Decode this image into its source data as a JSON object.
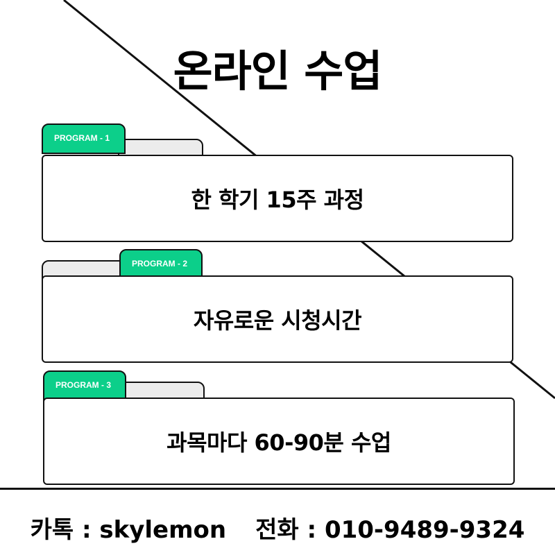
{
  "title": "온라인 수업",
  "programs": [
    {
      "tab_label": "PROGRAM - 1",
      "text": "한 학기 15주 과정"
    },
    {
      "tab_label": "PROGRAM - 2",
      "text": "자유로운 시청시간"
    },
    {
      "tab_label": "PROGRAM - 3",
      "text": "과목마다 60-90분 수업"
    }
  ],
  "contact": {
    "kakao": "카톡 : skylemon",
    "phone": "전화 : 010-9489-9324"
  },
  "colors": {
    "accent": "#0ccf8a",
    "tab_inactive": "#ececec",
    "outline": "#111111",
    "background": "#ffffff"
  }
}
